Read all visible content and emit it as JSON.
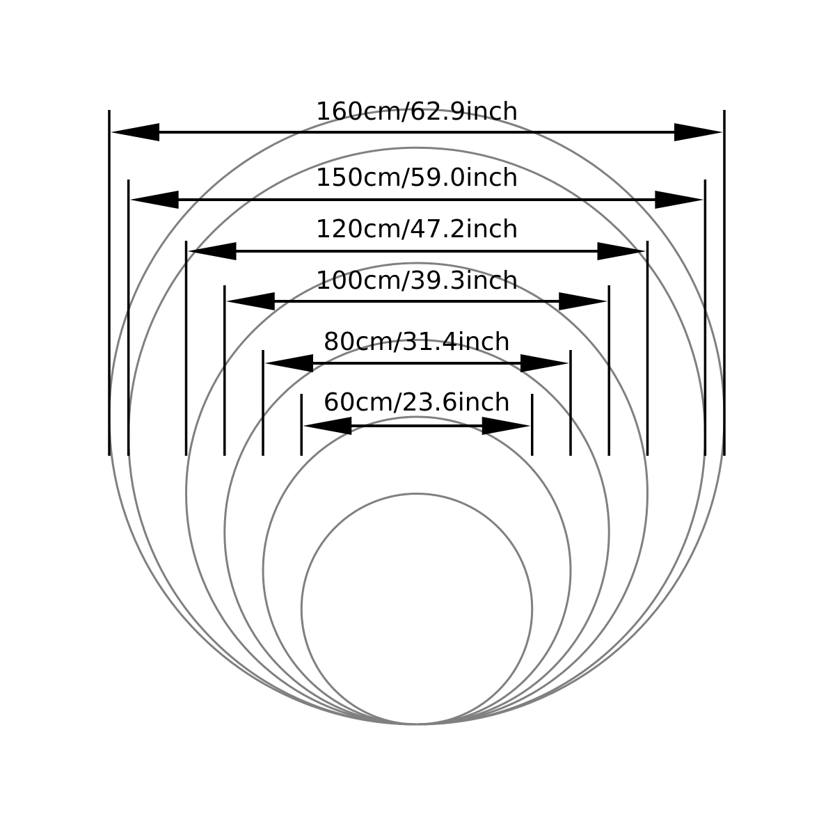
{
  "sizes": [
    {
      "cm": 160,
      "inch": 62.9,
      "label": "160cm/62.9inch"
    },
    {
      "cm": 150,
      "inch": 59.0,
      "label": "150cm/59.0inch"
    },
    {
      "cm": 120,
      "inch": 47.2,
      "label": "120cm/47.2inch"
    },
    {
      "cm": 100,
      "inch": 39.3,
      "label": "100cm/39.3inch"
    },
    {
      "cm": 80,
      "inch": 31.4,
      "label": "80cm/31.4inch"
    },
    {
      "cm": 60,
      "inch": 23.6,
      "label": "60cm/23.6inch"
    }
  ],
  "colors": {
    "ring": "#808080",
    "dimension": "#000000",
    "background": "#ffffff"
  }
}
